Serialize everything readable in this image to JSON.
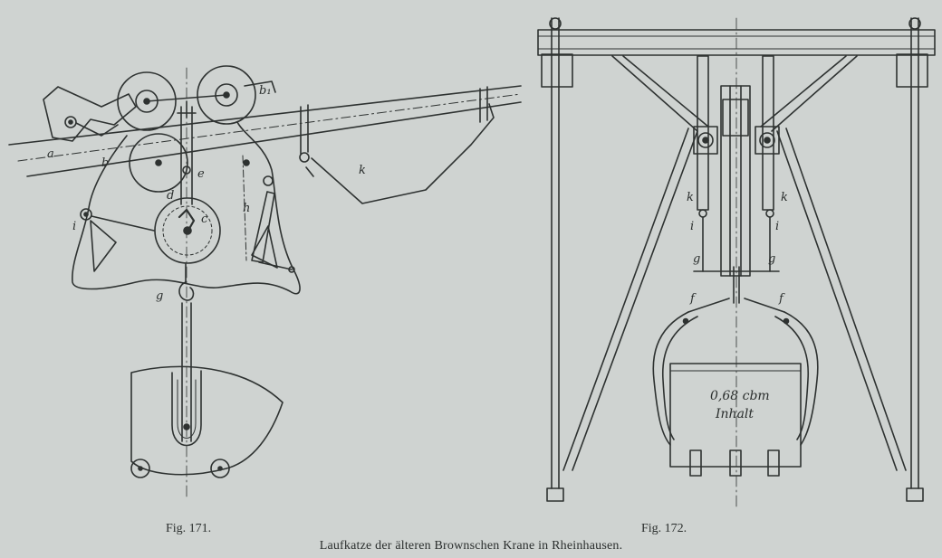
{
  "figures": [
    {
      "caption": "Fig. 171.",
      "labels": {
        "a": "a",
        "b": "b",
        "b1": "b₁",
        "c": "c",
        "d": "d",
        "e": "e",
        "g": "g",
        "h": "h",
        "i": "i",
        "k": "k"
      }
    },
    {
      "caption": "Fig. 172.",
      "labels": {
        "k_left": "k",
        "k_right": "k",
        "i_left": "i",
        "i_right": "i",
        "g_left": "g",
        "g_right": "g",
        "f_left": "f",
        "f_right": "f"
      },
      "volume_line1": "0,68 cbm",
      "volume_line2": "Inhalt"
    }
  ],
  "caption": "Laufkatze der älteren Brownschen Krane in Rheinhausen."
}
